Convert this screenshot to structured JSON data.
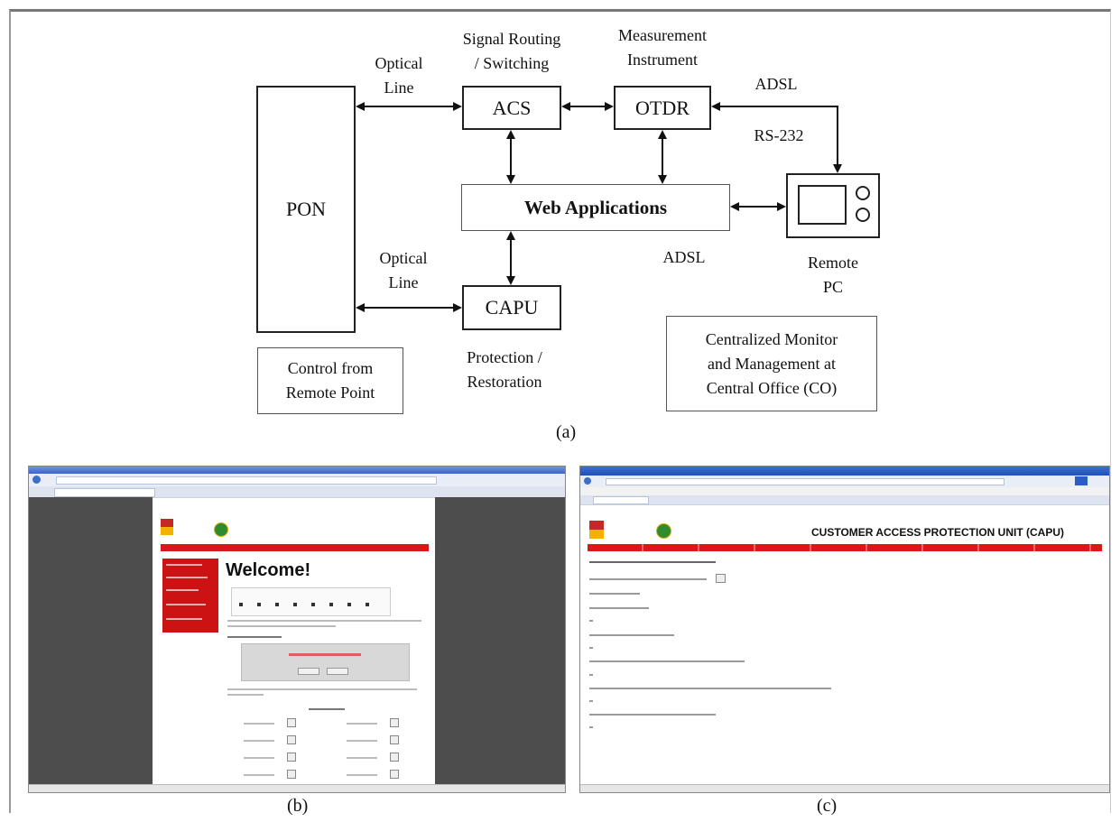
{
  "diagram": {
    "nodes": {
      "pon": "PON",
      "acs": "ACS",
      "otdr": "OTDR",
      "web_apps": "Web Applications",
      "capu": "CAPU",
      "control": "Control from\nRemote Point",
      "centralized": "Centralized Monitor\nand Management at\nCentral Office (CO)",
      "remote_pc": "Remote\nPC"
    },
    "labels": {
      "optical_line_top": "Optical\nLine",
      "optical_line_bottom": "Optical\nLine",
      "signal_routing": "Signal Routing\n/ Switching",
      "measurement": "Measurement\nInstrument",
      "adsl_top": "ADSL",
      "rs232": "RS-232",
      "adsl_bottom": "ADSL",
      "protection": "Protection /\nRestoration"
    }
  },
  "captions": {
    "a": "(a)",
    "b": "(b)",
    "c": "(c)"
  },
  "screenshot_b": {
    "heading": "Welcome!"
  },
  "screenshot_c": {
    "heading": "CUSTOMER ACCESS PROTECTION UNIT (CAPU)"
  },
  "colors": {
    "red_menu": "#cc1212",
    "dark_gutter": "#4d4d4d",
    "titlebar_blue": "#3a66c4"
  }
}
